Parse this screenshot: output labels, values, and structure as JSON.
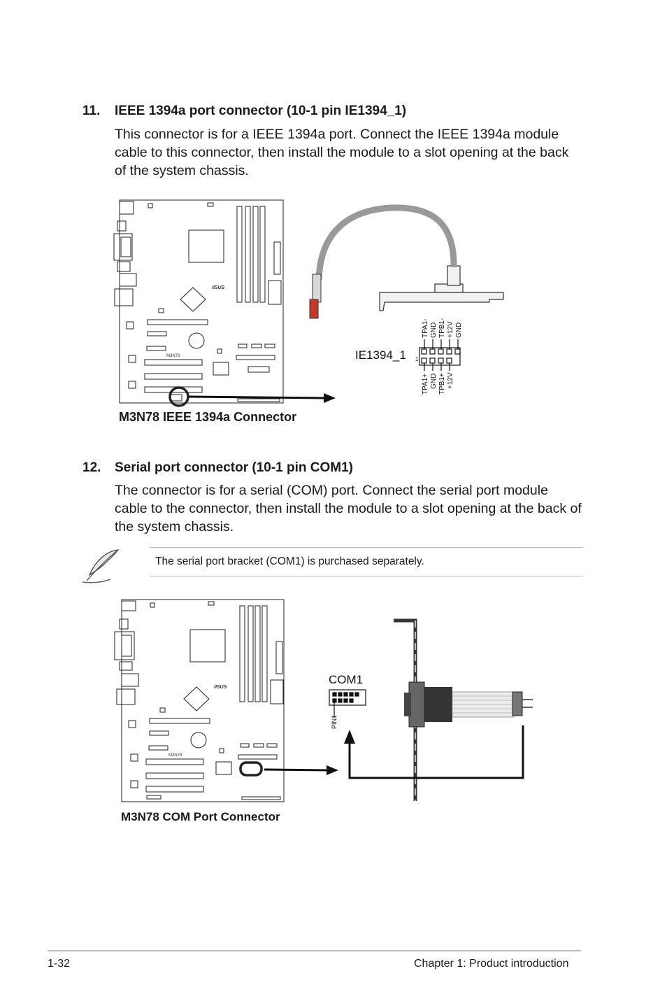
{
  "section11": {
    "number": "11.",
    "title": "IEEE 1394a port connector (10-1 pin IE1394_1)",
    "lines": [
      "This connector is for a IEEE 1394a port. Connect the IEEE 1394a module",
      "cable to this connector, then install the module to a slot opening at the back",
      "of the system chassis."
    ],
    "figure": {
      "board_label": "M3N78",
      "brand_label": "/ISUS",
      "connector_label": "IE1394_1",
      "pin_one_label": "1",
      "top_pins": [
        "TPA1-",
        "GND",
        "TPB1-",
        "+12V",
        "GND"
      ],
      "bottom_pins": [
        "TPA1+",
        "GND",
        "TPB1+",
        "+12V"
      ],
      "caption": "M3N78 IEEE 1394a Connector"
    }
  },
  "section12": {
    "number": "12.",
    "title": "Serial port connector (10-1 pin COM1)",
    "lines": [
      "The connector is for a serial (COM) port. Connect the serial port module",
      "cable to the connector, then install the module to a slot opening at the back of",
      "the system chassis."
    ],
    "note": {
      "icon": "feather-pen-icon",
      "text": "The serial port bracket (COM1) is purchased separately."
    },
    "figure": {
      "board_label": "M3N78",
      "brand_label": "/ISUS",
      "connector_label": "COM1",
      "pin_label": "PIN1",
      "caption": "M3N78 COM Port Connector"
    }
  },
  "footer": {
    "page_number": "1-32",
    "chapter": "Chapter 1: Product introduction"
  },
  "colors": {
    "text": "#1a1a1a",
    "rule": "#bcbcbc",
    "diagram_line": "#222222"
  }
}
